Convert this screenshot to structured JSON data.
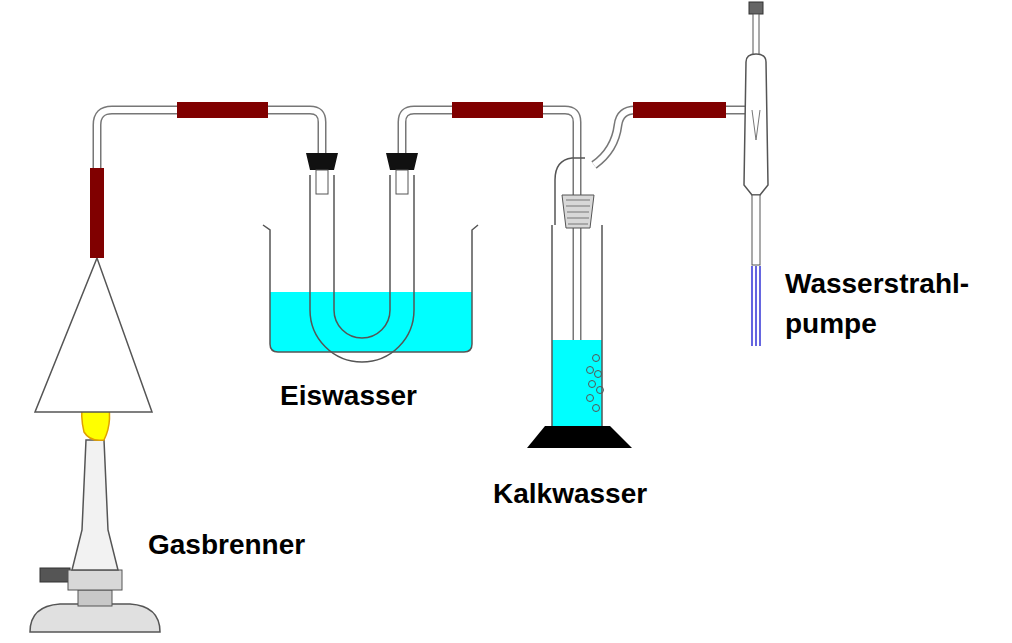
{
  "diagram": {
    "labels": [
      "Wasserstrahl- pumpe",
      "Eiswasser",
      "Kalkwasser",
      "Gasbrenner"
    ]
  }
}
